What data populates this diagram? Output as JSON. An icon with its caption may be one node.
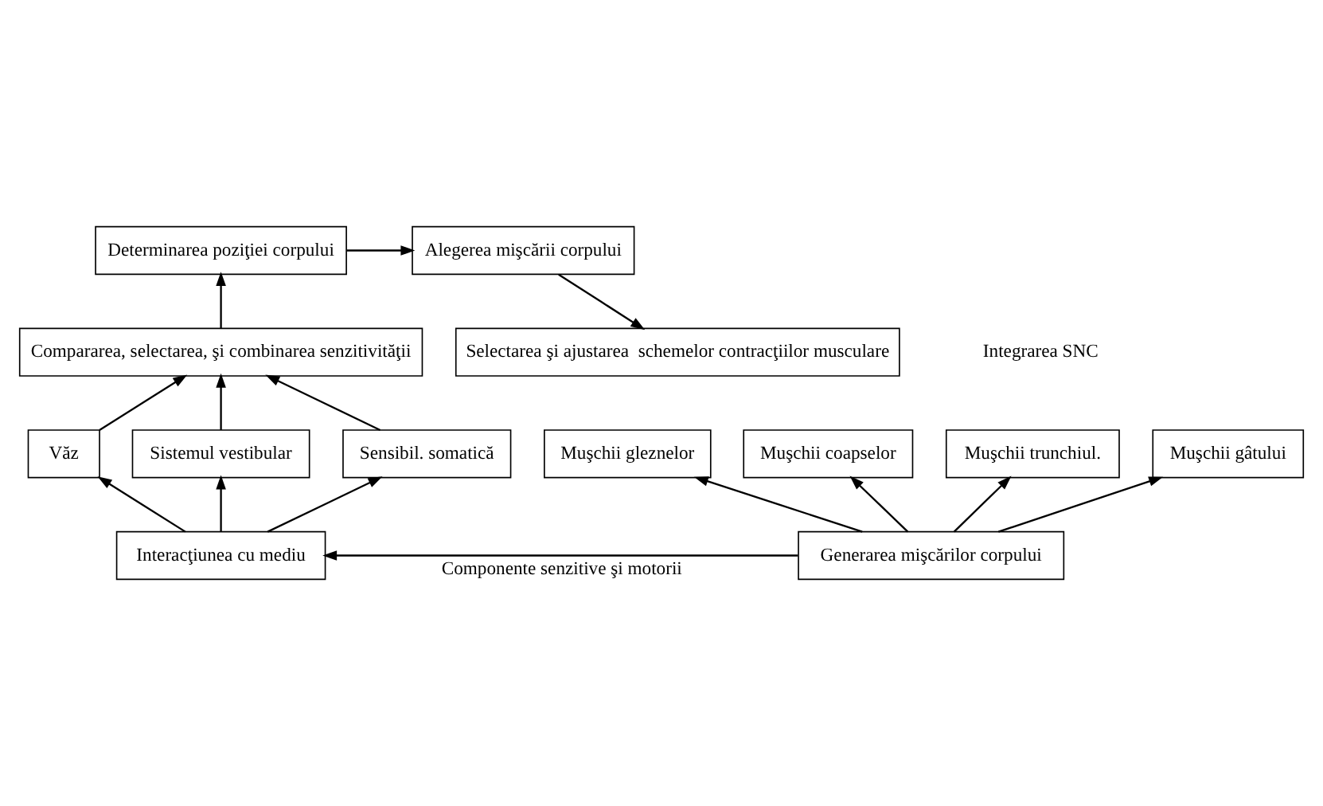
{
  "diagram": {
    "nodes": [
      {
        "text": [
          "Determinarea poziţiei corpului"
        ]
      },
      {
        "text": [
          "Alegerea mişcării corpului"
        ]
      },
      {
        "text": [
          "Compararea, selectarea, şi combinarea senzitivităţii"
        ]
      },
      {
        "text": [
          "Selectarea şi ajustarea  schemelor contracţiilor musculare"
        ]
      },
      {
        "text": [
          "Văz"
        ]
      },
      {
        "text": [
          "Sistemul vestibular"
        ]
      },
      {
        "text": [
          "Sensibil. somatică"
        ]
      },
      {
        "text": [
          "Muşchii gleznelor"
        ]
      },
      {
        "text": [
          "Muşchii coapselor"
        ]
      },
      {
        "text": [
          "Muşchii trunchiul."
        ]
      },
      {
        "text": [
          "Muşchii gâtului"
        ]
      },
      {
        "text": [
          "Interacţiunea cu mediu"
        ]
      },
      {
        "text": [
          "Generarea mişcărilor corpului"
        ]
      }
    ],
    "edges": [
      {
        "from": 0,
        "to": 1,
        "arrow": "to"
      },
      {
        "from": 2,
        "to": 0,
        "arrow": "to"
      },
      {
        "from": 1,
        "to": 3,
        "arrow": "to"
      },
      {
        "from": 4,
        "to": 2,
        "arrow": "to"
      },
      {
        "from": 5,
        "to": 2,
        "arrow": "to"
      },
      {
        "from": 6,
        "to": 2,
        "arrow": "to"
      },
      {
        "from": 11,
        "to": 4,
        "arrow": "to"
      },
      {
        "from": 11,
        "to": 5,
        "arrow": "to"
      },
      {
        "from": 11,
        "to": 6,
        "arrow": "to"
      },
      {
        "from": 12,
        "to": 7,
        "arrow": "to"
      },
      {
        "from": 12,
        "to": 8,
        "arrow": "to"
      },
      {
        "from": 12,
        "to": 9,
        "arrow": "to"
      },
      {
        "from": 12,
        "to": 10,
        "arrow": "to"
      },
      {
        "from": 12,
        "to": 11,
        "label": "Componente senzitive şi motorii",
        "arrow": "to"
      }
    ],
    "labels": [
      "Integrarea SNC"
    ]
  }
}
